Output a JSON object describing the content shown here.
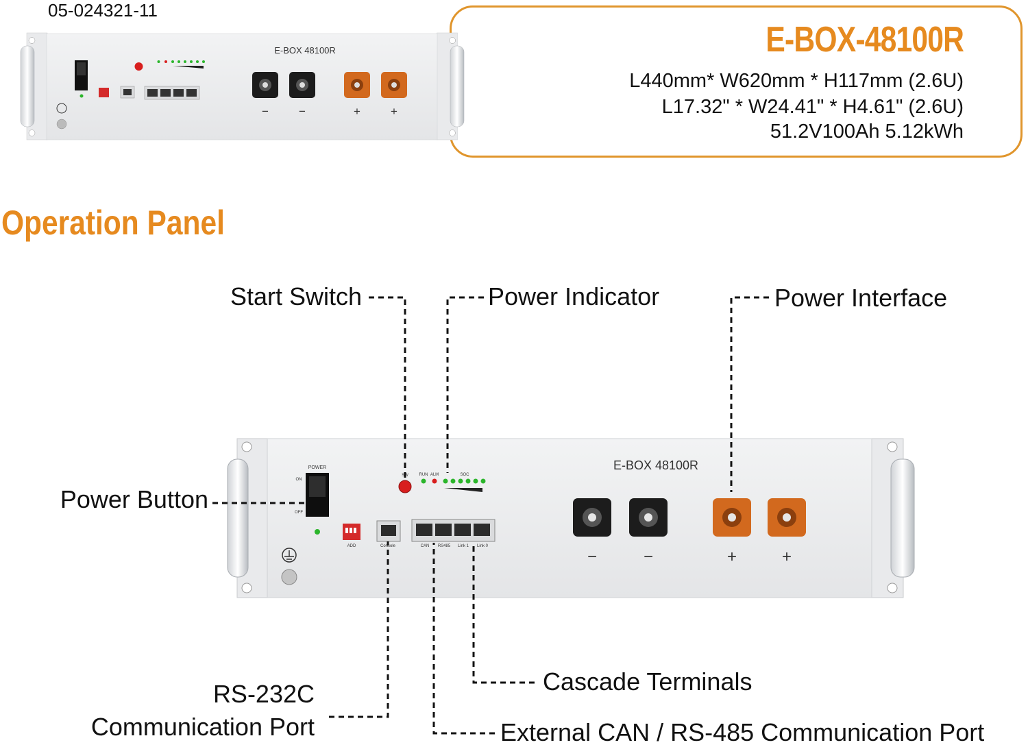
{
  "part_number": "05-024321-11",
  "model_title": "E-BOX-48100R",
  "specs": [
    "L440mm* W620mm * H117mm (2.6U)",
    "L17.32\" * W24.41\" * H4.61\" (2.6U)",
    "51.2V100Ah 5.12kWh"
  ],
  "section_title": "Operation Panel",
  "panel": {
    "model_label": "E-BOX 48100R",
    "power_label": "POWER",
    "on_label": "ON",
    "off_label": "OFF",
    "sw_label": "SW",
    "run_label": "RUN",
    "alm_label": "ALM",
    "soc_label": "SOC",
    "add_label": "ADD",
    "console_label": "Console",
    "ports": [
      "CAN",
      "RS485",
      "Link 1",
      "Link 0"
    ],
    "terminals": [
      "−",
      "−",
      "+",
      "+"
    ]
  },
  "callouts": {
    "start_switch": "Start Switch",
    "power_indicator": "Power Indicator",
    "power_interface": "Power Interface",
    "power_button": "Power Button",
    "rs232_line1": "RS-232C",
    "rs232_line2": "Communication Port",
    "cascade": "Cascade Terminals",
    "external_can": "External CAN / RS-485 Communication Port"
  },
  "colors": {
    "accent": "#e68a1f",
    "terminal_negative": "#1c1c1c",
    "terminal_positive": "#d2691e",
    "start_switch": "#d81e1e",
    "led_green": "#2bb52b"
  }
}
